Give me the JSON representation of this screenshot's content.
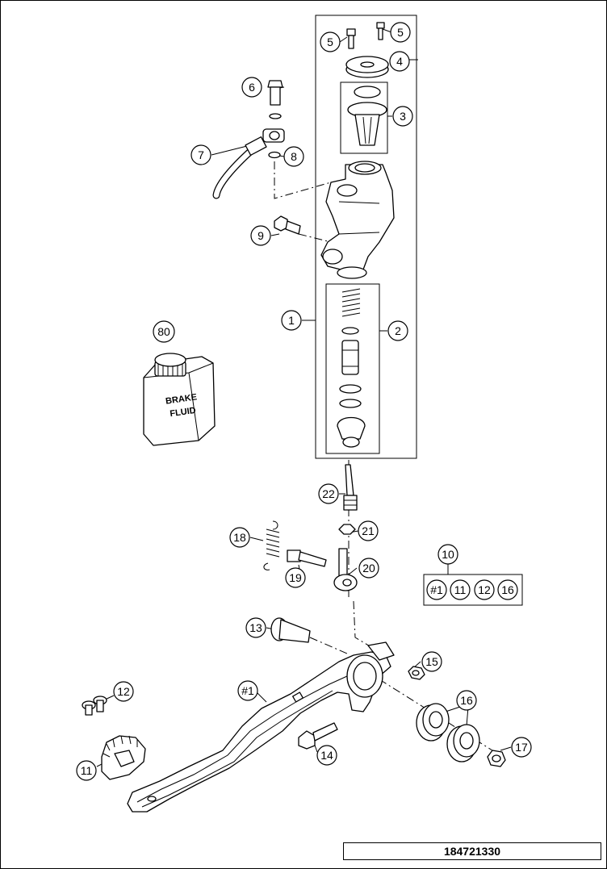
{
  "document_number": "184721330",
  "bottle_label": {
    "line1": "BRAKE",
    "line2": "FLUID"
  },
  "callouts": {
    "c1": "1",
    "c2": "2",
    "c3": "3",
    "c4": "4",
    "c5a": "5",
    "c5b": "5",
    "c6": "6",
    "c7": "7",
    "c8": "8",
    "c9": "9",
    "c10": "10",
    "c11": "11",
    "c12": "12",
    "c13": "13",
    "c14": "14",
    "c15": "15",
    "c16": "16",
    "c17": "17",
    "c18": "18",
    "c19": "19",
    "c20": "20",
    "c21": "21",
    "c22": "22",
    "c80": "80",
    "pedal": "#1"
  },
  "kit_contents": [
    "#1",
    "11",
    "12",
    "16"
  ]
}
